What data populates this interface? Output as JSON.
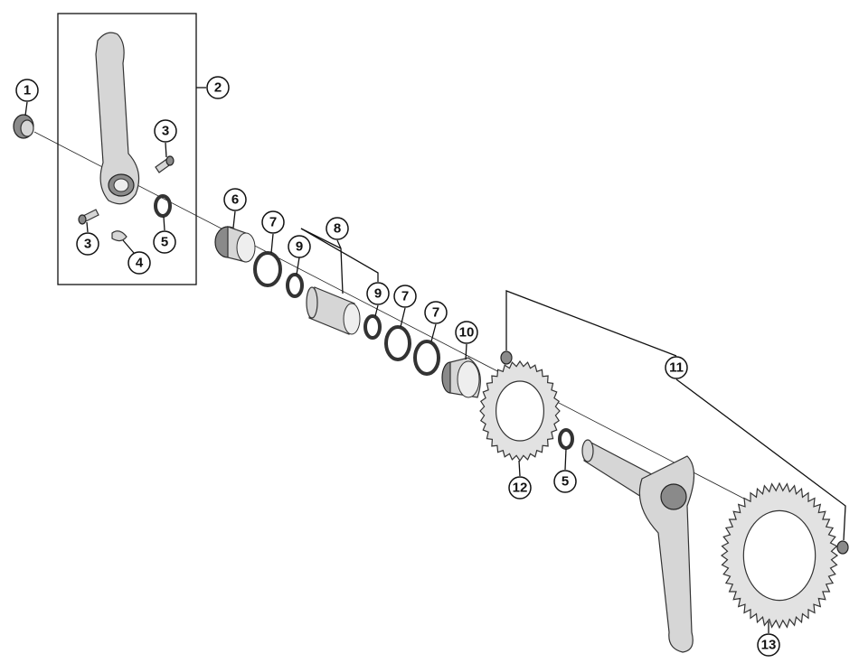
{
  "diagram": {
    "title": "Crankset exploded view",
    "callouts": [
      {
        "id": "c1",
        "label": "1"
      },
      {
        "id": "c2",
        "label": "2"
      },
      {
        "id": "c3a",
        "label": "3"
      },
      {
        "id": "c3b",
        "label": "3"
      },
      {
        "id": "c4",
        "label": "4"
      },
      {
        "id": "c5a",
        "label": "5"
      },
      {
        "id": "c6",
        "label": "6"
      },
      {
        "id": "c7a",
        "label": "7"
      },
      {
        "id": "c8",
        "label": "8"
      },
      {
        "id": "c9a",
        "label": "9"
      },
      {
        "id": "c9b",
        "label": "9"
      },
      {
        "id": "c7b",
        "label": "7"
      },
      {
        "id": "c7c",
        "label": "7"
      },
      {
        "id": "c10",
        "label": "10"
      },
      {
        "id": "c11",
        "label": "11"
      },
      {
        "id": "c12",
        "label": "12"
      },
      {
        "id": "c5b",
        "label": "5"
      },
      {
        "id": "c13",
        "label": "13"
      }
    ]
  }
}
